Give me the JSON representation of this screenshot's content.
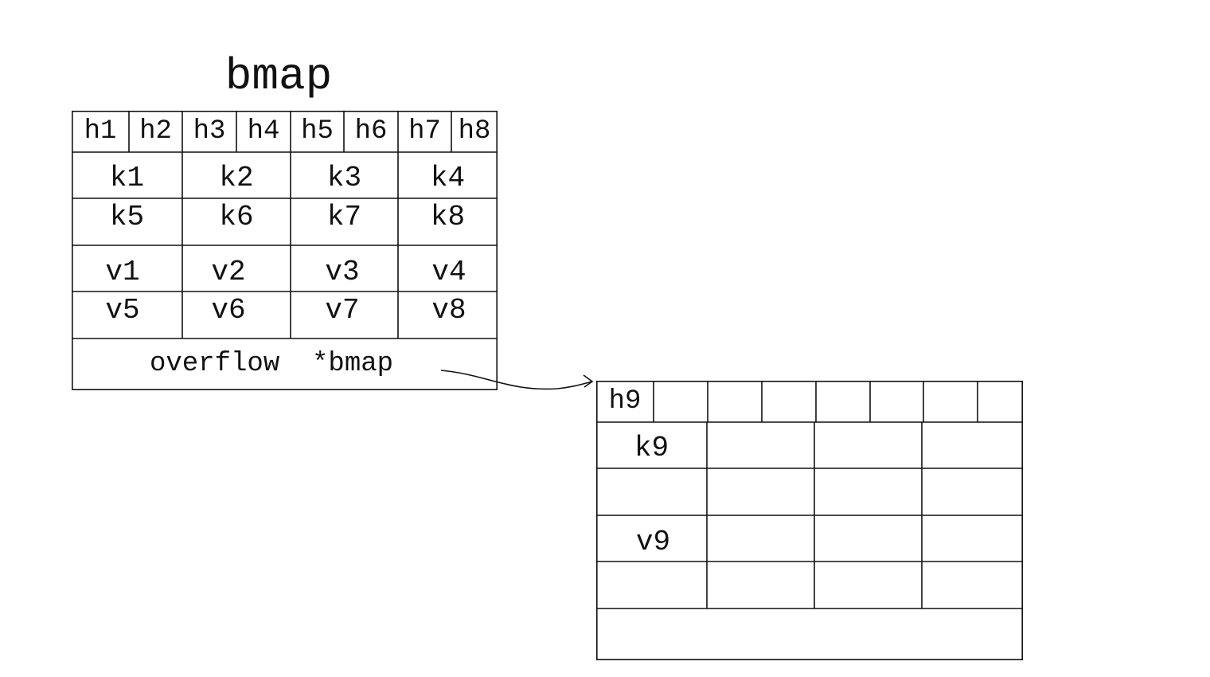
{
  "title": "bmap",
  "main_bucket": {
    "tophash": [
      "h1",
      "h2",
      "h3",
      "h4",
      "h5",
      "h6",
      "h7",
      "h8"
    ],
    "keys": [
      [
        "k1",
        "k2",
        "k3",
        "k4"
      ],
      [
        "k5",
        "k6",
        "k7",
        "k8"
      ]
    ],
    "values": [
      [
        "v1",
        "v2",
        "v3",
        "v4"
      ],
      [
        "v5",
        "v6",
        "v7",
        "v8"
      ]
    ],
    "overflow_label": "overflow  *bmap"
  },
  "overflow_bucket": {
    "tophash": [
      "h9",
      "",
      "",
      "",
      "",
      "",
      "",
      ""
    ],
    "keys": [
      [
        "k9",
        "",
        "",
        ""
      ],
      [
        "",
        "",
        "",
        ""
      ]
    ],
    "values": [
      [
        "v9",
        "",
        "",
        ""
      ],
      [
        "",
        "",
        "",
        ""
      ]
    ],
    "overflow_label": ""
  }
}
